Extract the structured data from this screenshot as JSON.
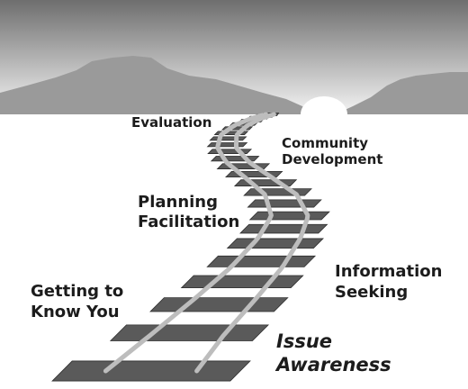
{
  "stages": {
    "evaluation": {
      "lines": [
        "Evaluation"
      ]
    },
    "community_development": {
      "lines": [
        "Community",
        "Development"
      ]
    },
    "planning_facilitation": {
      "lines": [
        "Planning",
        "Facilitation"
      ]
    },
    "information_seeking": {
      "lines": [
        "Information",
        "Seeking"
      ]
    },
    "getting_to_know_you": {
      "lines": [
        "Getting to",
        "Know You"
      ]
    },
    "issue_awareness": {
      "lines": [
        "Issue",
        "Awareness"
      ]
    }
  },
  "colors": {
    "sky_top": "#6e6e6e",
    "sky_bottom": "#f4f4f4",
    "mountains": "#9a9a9a",
    "sun": "#ffffff",
    "ties": "#5a5a5a",
    "ties_edge": "#2e2e2e",
    "rails": "#bdbdbd",
    "label_text": "#1c1c1c"
  }
}
